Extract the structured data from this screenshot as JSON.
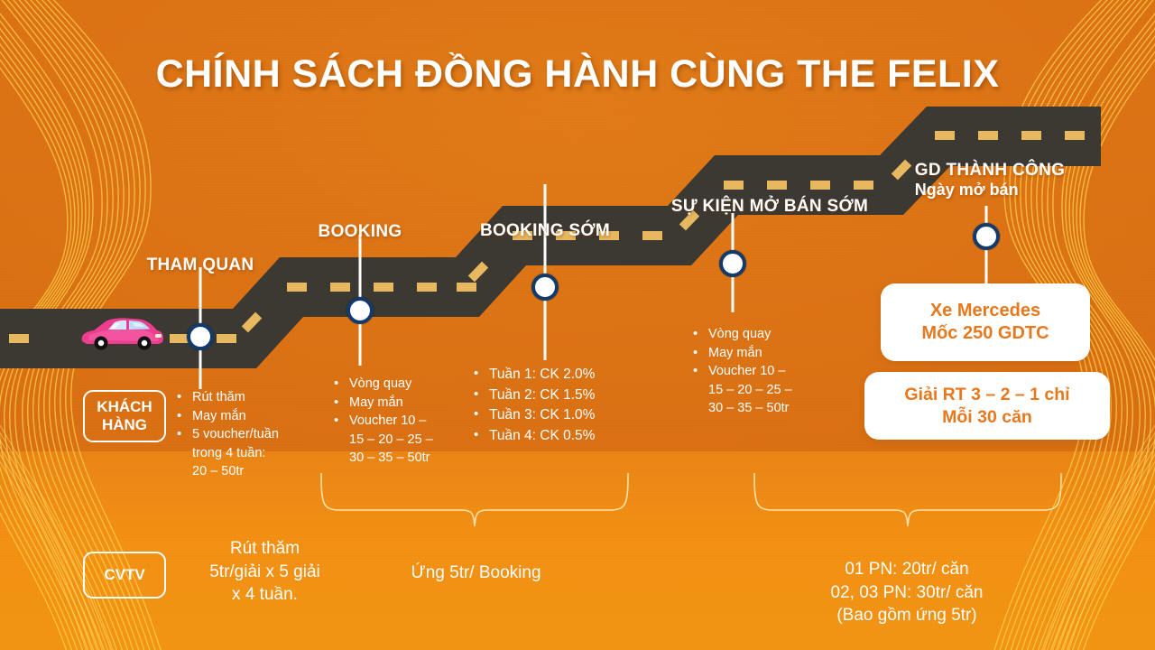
{
  "page": {
    "title": "CHÍNH SÁCH ĐỒNG HÀNH CÙNG THE FELIX",
    "colors": {
      "background_orange": "#DE7415",
      "background_orange_bottom": "#F08C14",
      "road_dark": "#3C3832",
      "road_dash_yellow": "#E8B860",
      "milestone_ring": "#123A6B",
      "milestone_fill": "#FFFFFF",
      "card_text_orange": "#E8781E",
      "text_white": "#FFFFFF",
      "car_pink": "#EE3D8F",
      "wave_yellow": "#FFD24A"
    }
  },
  "icons": {
    "car": "car-icon",
    "milestone": "milestone-dot-icon",
    "wave_left": "wave-decoration-icon",
    "wave_right": "wave-decoration-icon"
  },
  "milestones": [
    {
      "id": "tham-quan",
      "label_line1": "THAM QUAN",
      "label_line2": "",
      "bullets": [
        "Rút thăm",
        "May mắn",
        "5 voucher/tuần",
        "trong 4 tuần:",
        "20 – 50tr"
      ],
      "bullet_flags": [
        true,
        true,
        true,
        false,
        false
      ]
    },
    {
      "id": "booking",
      "label_line1": "BOOKING",
      "label_line2": "",
      "bullets": [
        "Vòng quay",
        "May mắn",
        "Voucher 10 –",
        "15 – 20 – 25 –",
        "30 – 35 – 50tr"
      ],
      "bullet_flags": [
        true,
        true,
        true,
        false,
        false
      ]
    },
    {
      "id": "booking-som",
      "label_line1": "BOOKING SỚM",
      "label_line2": "",
      "bullets": [
        "Tuần 1: CK 2.0%",
        "Tuần 2: CK 1.5%",
        "Tuần 3: CK 1.0%",
        "Tuần 4: CK 0.5%"
      ],
      "bullet_flags": [
        true,
        true,
        true,
        true
      ]
    },
    {
      "id": "su-kien-mo-ban-som",
      "label_line1": "SỰ KIỆN MỞ BÁN SỚM",
      "label_line2": "",
      "bullets": [
        "Vòng quay",
        "May mắn",
        "Voucher 10 –",
        "15 – 20 – 25 –",
        "30 – 35 – 50tr"
      ],
      "bullet_flags": [
        true,
        true,
        true,
        false,
        false
      ]
    },
    {
      "id": "gd-thanh-cong",
      "label_line1": "GD THÀNH CÔNG",
      "label_line2": "Ngày mở bán",
      "bullets": [],
      "bullet_flags": []
    }
  ],
  "cards": [
    {
      "id": "xe-mercedes",
      "line1": "Xe Mercedes",
      "line2": "Mốc 250 GDTC"
    },
    {
      "id": "giai-rt",
      "line1": "Giải RT 3 – 2 – 1 chỉ",
      "line2": "Mỗi 30 căn"
    }
  ],
  "pills": {
    "customer": {
      "line1": "KHÁCH",
      "line2": "HÀNG"
    },
    "cvtv": {
      "line1": "CVTV"
    }
  },
  "bottom_notes": [
    {
      "id": "rut-tham",
      "text": "Rút thăm\n5tr/giải x 5 giải\nx 4 tuần."
    },
    {
      "id": "ung-booking",
      "text": "Ứng 5tr/ Booking"
    },
    {
      "id": "pn-commission",
      "text": "01 PN: 20tr/ căn\n02, 03 PN: 30tr/ căn\n(Bao gồm ứng 5tr)"
    }
  ]
}
